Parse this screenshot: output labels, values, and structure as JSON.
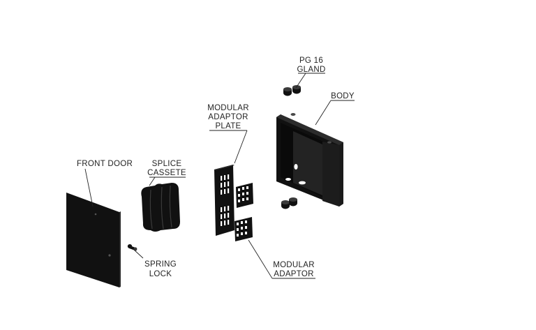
{
  "diagram": {
    "labels": {
      "pg16_gland": [
        "PG 16",
        "GLAND"
      ],
      "body": [
        "BODY"
      ],
      "modular_adaptor_plate": [
        "MODULAR",
        "ADAPTOR",
        "PLATE"
      ],
      "front_door": [
        "FRONT DOOR"
      ],
      "splice_cassete": [
        "SPLICE",
        "CASSETE"
      ],
      "spring_lock": [
        "SPRING",
        "LOCK"
      ],
      "modular_adaptor": [
        "MODULAR",
        "ADAPTOR"
      ]
    },
    "colors": {
      "part_fill": "#111111",
      "line": "#222222",
      "background": "#ffffff"
    }
  }
}
